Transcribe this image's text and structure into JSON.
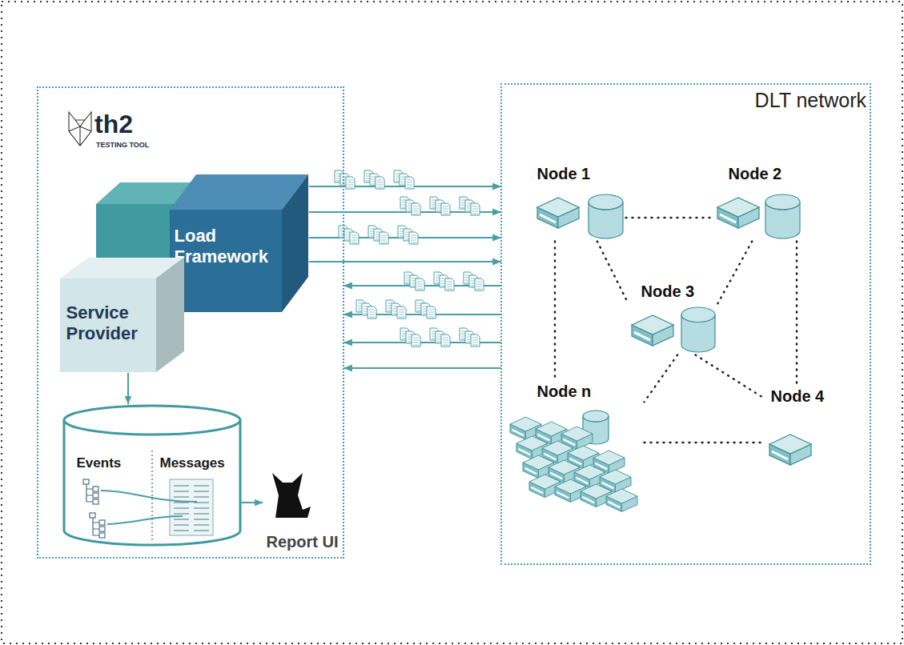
{
  "diagram": {
    "nodes": [
      {
        "text": [
          "th2",
          "TESTING TOOL"
        ]
      },
      {
        "text": [
          "DLT network"
        ]
      },
      {
        "text": [
          "Load Framework"
        ],
        "in": 0
      },
      {
        "text": [
          "Service Provider"
        ],
        "in": 0
      },
      {
        "text": [
          "Events",
          "Messages"
        ],
        "in": 0
      },
      {
        "text": [
          "Report UI"
        ],
        "in": 0
      },
      {
        "text": [
          "Node 1"
        ],
        "in": 1
      },
      {
        "text": [
          "Node 2"
        ],
        "in": 1
      },
      {
        "text": [
          "Node 3"
        ],
        "in": 1
      },
      {
        "text": [
          "Node n"
        ],
        "in": 1
      },
      {
        "text": [
          "Node 4"
        ],
        "in": 1
      }
    ],
    "edges": [
      {
        "from": 3,
        "to": 4,
        "arrow": "to"
      },
      {
        "from": 4,
        "to": 5,
        "arrow": "to"
      },
      {
        "from": 2,
        "to": 1,
        "arrow": "to"
      },
      {
        "from": 2,
        "to": 1,
        "arrow": "to"
      },
      {
        "from": 2,
        "to": 1,
        "arrow": "to"
      },
      {
        "from": 2,
        "to": 1,
        "arrow": "to"
      },
      {
        "from": 1,
        "to": 0,
        "arrow": "to"
      },
      {
        "from": 1,
        "to": 0,
        "arrow": "to"
      },
      {
        "from": 1,
        "to": 0,
        "arrow": "to"
      },
      {
        "from": 1,
        "to": 0,
        "arrow": "to"
      },
      {
        "from": 6,
        "to": 7,
        "arrow": "none"
      },
      {
        "from": 6,
        "to": 8,
        "arrow": "none"
      },
      {
        "from": 7,
        "to": 8,
        "arrow": "none"
      },
      {
        "from": 6,
        "to": 9,
        "arrow": "none"
      },
      {
        "from": 7,
        "to": 10,
        "arrow": "none"
      },
      {
        "from": 8,
        "to": 9,
        "arrow": "none"
      },
      {
        "from": 8,
        "to": 10,
        "arrow": "none"
      },
      {
        "from": 9,
        "to": 10,
        "arrow": "none"
      }
    ]
  }
}
